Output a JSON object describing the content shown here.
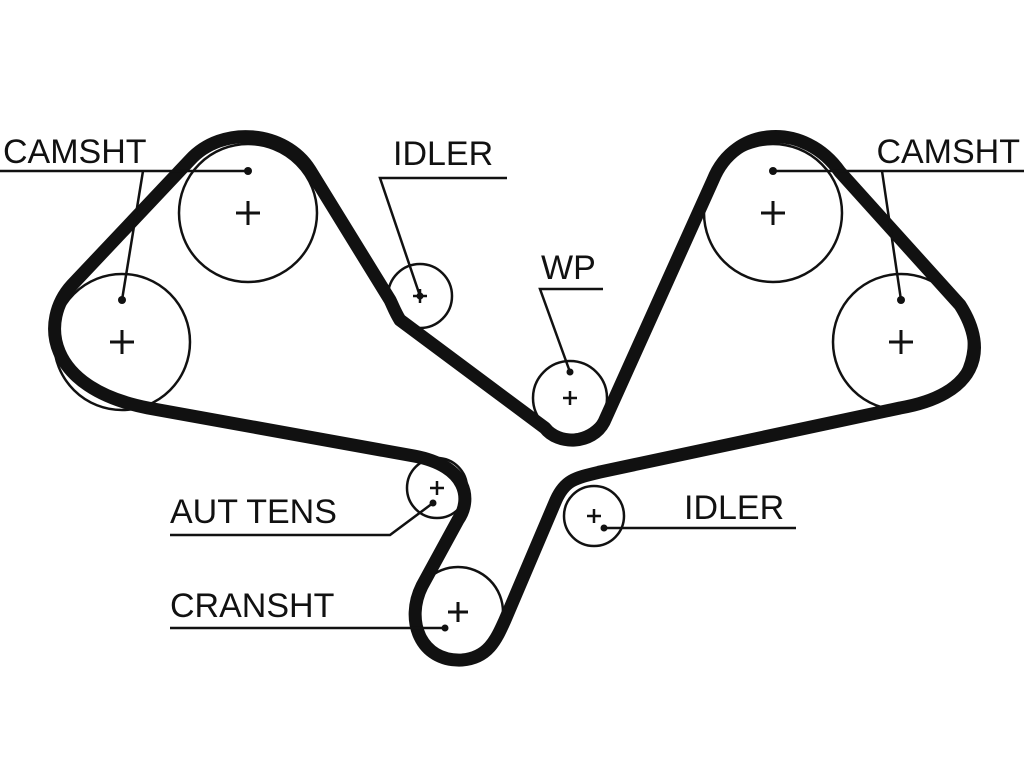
{
  "labels": {
    "camsht_left": "CAMSHT",
    "camsht_right": "CAMSHT",
    "idler_top": "IDLER",
    "wp": "WP",
    "aut_tens": "AUT TENS",
    "idler_right": "IDLER",
    "cransht": "CRANSHT"
  },
  "colors": {
    "line": "#111111",
    "background": "#ffffff"
  }
}
